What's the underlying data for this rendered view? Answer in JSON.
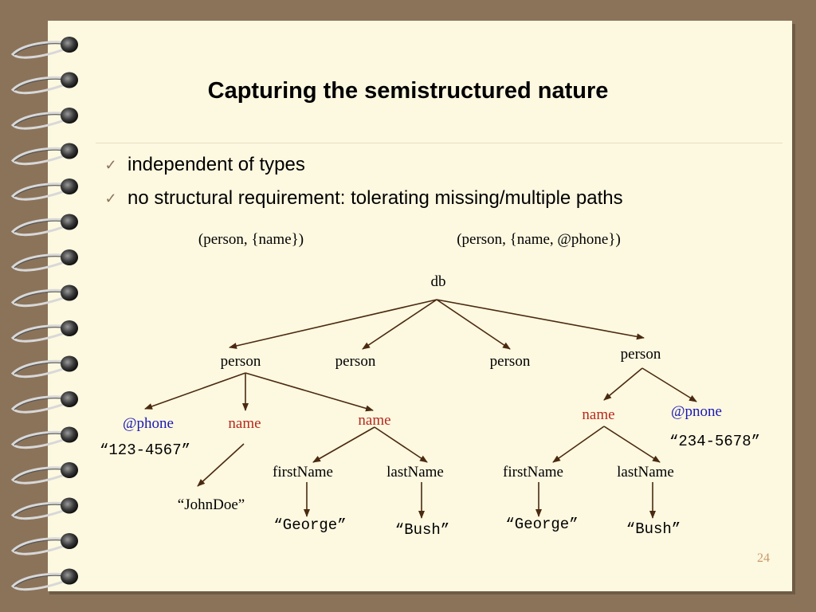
{
  "title": "Capturing the semistructured nature",
  "bullets": [
    {
      "text": "independent of types"
    },
    {
      "text": "no structural requirement: tolerating missing/multiple paths"
    }
  ],
  "diagram": {
    "schema_left": "(person,  {name})",
    "schema_right": "(person,  {name,  @phone})",
    "nodes": {
      "db": "db",
      "p1": "person",
      "p2": "person",
      "p3": "person",
      "p4": "person",
      "p1_phone": "@phone",
      "p1_phone_val": "“123-4567”",
      "p1_name1": "name",
      "p1_name1_val": "“JohnDoe”",
      "p1_name2": "name",
      "p1_first": "firstName",
      "p1_first_val": "“George”",
      "p1_last": "lastName",
      "p1_last_val": "“Bush”",
      "p4_name": "name",
      "p4_phone": "@pnone",
      "p4_phone_val": "“234-5678”",
      "p4_first": "firstName",
      "p4_first_val": "“George”",
      "p4_last": "lastName",
      "p4_last_val": "“Bush”"
    }
  },
  "page_number": "24",
  "colors": {
    "background": "#8b735a",
    "slide": "#fdf8e0",
    "arrow": "#4a2a10",
    "blue": "#1a1ab4",
    "red": "#b52a1e"
  }
}
